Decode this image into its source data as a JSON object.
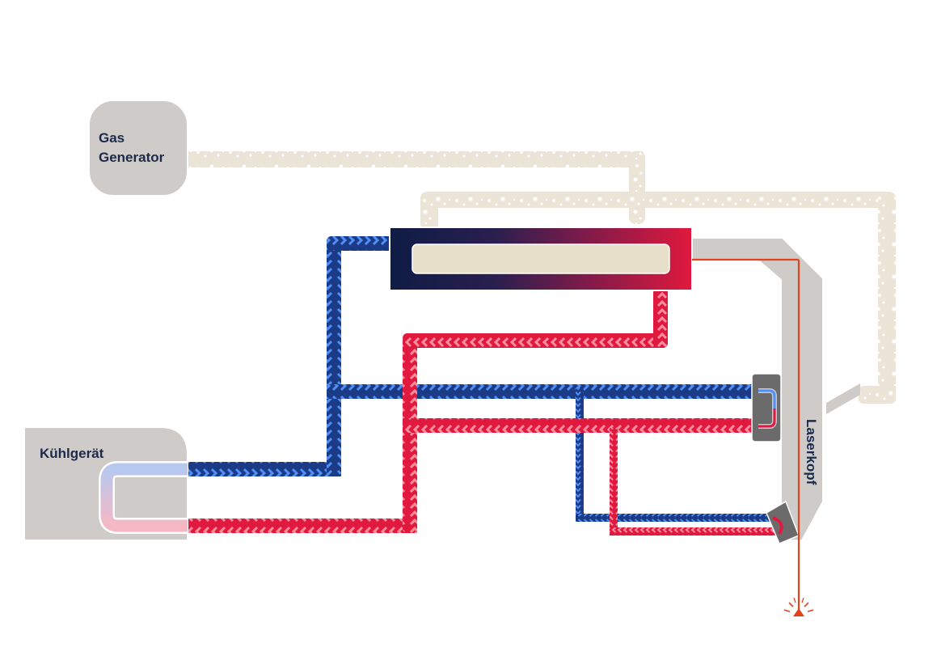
{
  "labels": {
    "gas_generator": [
      "Gas",
      "Generator"
    ],
    "chiller": "Kühlgerät",
    "laser_head": "Laserkopf"
  },
  "colors": {
    "background": "#ffffff",
    "cold_pipe": "#1c3b86",
    "cold_chevron": "#4f8ff7",
    "hot_pipe": "#e0193e",
    "hot_chevron": "#ff8da0",
    "gas_pipe": "#ece4d6",
    "gas_bubble": "#ffffff",
    "unit_gray": "#cfcbc8",
    "resonator_dark": "#0e1c45",
    "resonator_red": "#e0193e",
    "resonator_core": "#e8dfca",
    "beam": "#e3421c",
    "text": "#1b2a4a"
  },
  "icons": {
    "spark": "spark-icon"
  }
}
